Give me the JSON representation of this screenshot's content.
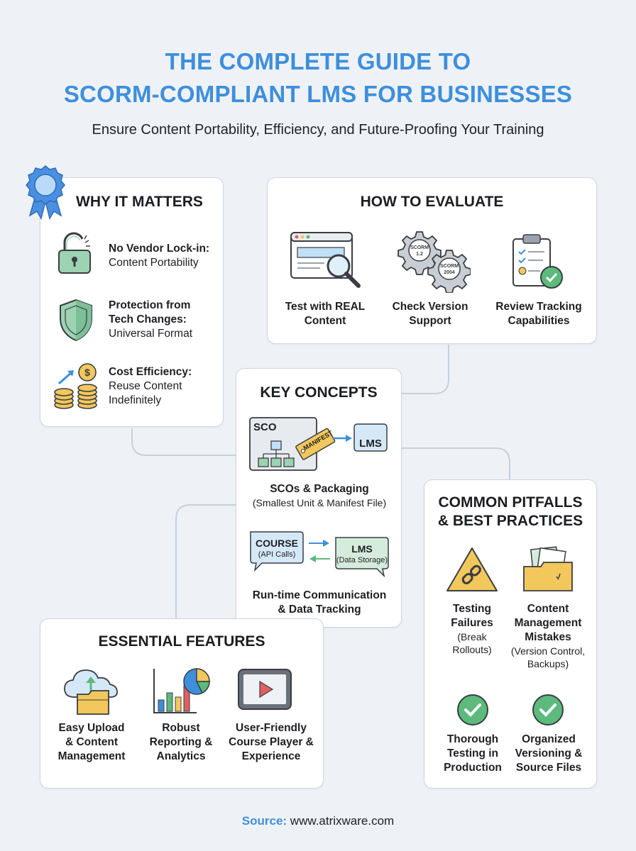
{
  "header": {
    "title_line1": "THE COMPLETE GUIDE TO",
    "title_line2": "SCORM-COMPLIANT LMS FOR BUSINESSES",
    "subtitle": "Ensure Content Portability, Efficiency, and Future-Proofing Your Training"
  },
  "why": {
    "title": "WHY IT MATTERS",
    "items": [
      {
        "bold": "No Vendor Lock-in:",
        "text": "Content Portability",
        "icon": "padlock-icon"
      },
      {
        "bold": "Protection from Tech Changes:",
        "text": "Universal Format",
        "icon": "shield-icon"
      },
      {
        "bold": "Cost Efficiency:",
        "text": "Reuse Content Indefinitely",
        "icon": "coins-icon"
      }
    ]
  },
  "evaluate": {
    "title": "HOW TO EVALUATE",
    "items": [
      {
        "label": "Test with REAL Content",
        "icon": "browser-magnifier-icon"
      },
      {
        "label": "Check Version Support",
        "icon": "gears-icon",
        "gear1": "SCORM 1.2",
        "gear2": "SCORM 2004"
      },
      {
        "label": "Review Tracking Capabilities",
        "icon": "clipboard-check-icon"
      }
    ]
  },
  "concepts": {
    "title": "KEY CONCEPTS",
    "sco_label": "SCO",
    "manifest_label": "MANIFEST",
    "lms_label": "LMS",
    "packaging_label": "SCOs & Packaging",
    "packaging_sub": "(Smallest Unit & Manifest File)",
    "course_label": "COURSE",
    "course_sub": "(API Calls)",
    "lms2_label": "LMS",
    "lms2_sub": "(Data Storage)",
    "runtime_label_1": "Run-time Communication",
    "runtime_label_2": "& Data Tracking"
  },
  "pitfalls": {
    "title_1": "COMMON PITFALLS",
    "title_2": "& BEST PRACTICES",
    "items": [
      {
        "label": "Testing Failures",
        "sub": "(Break Rollouts)",
        "icon": "warning-chain-icon"
      },
      {
        "label": "Content Management Mistakes",
        "sub": "(Version Control, Backups)",
        "icon": "folder-documents-icon"
      },
      {
        "label": "Thorough Testing in Production",
        "sub": "",
        "icon": "check-circle-icon"
      },
      {
        "label": "Organized Versioning & Source Files",
        "sub": "",
        "icon": "check-circle-icon"
      }
    ]
  },
  "features": {
    "title": "ESSENTIAL FEATURES",
    "items": [
      {
        "label": "Easy Upload & Content Management",
        "icon": "cloud-upload-folder-icon"
      },
      {
        "label": "Robust Reporting & Analytics",
        "icon": "bar-pie-chart-icon"
      },
      {
        "label": "User-Friendly Course Player & Experience",
        "icon": "tablet-play-icon"
      }
    ]
  },
  "source": {
    "label": "Source:",
    "url": "www.atrixware.com"
  },
  "colors": {
    "accent_blue": "#3e8fdb",
    "icon_green": "#8ccaa3",
    "icon_yellow": "#f2c75c",
    "check_green": "#5cba7c"
  }
}
